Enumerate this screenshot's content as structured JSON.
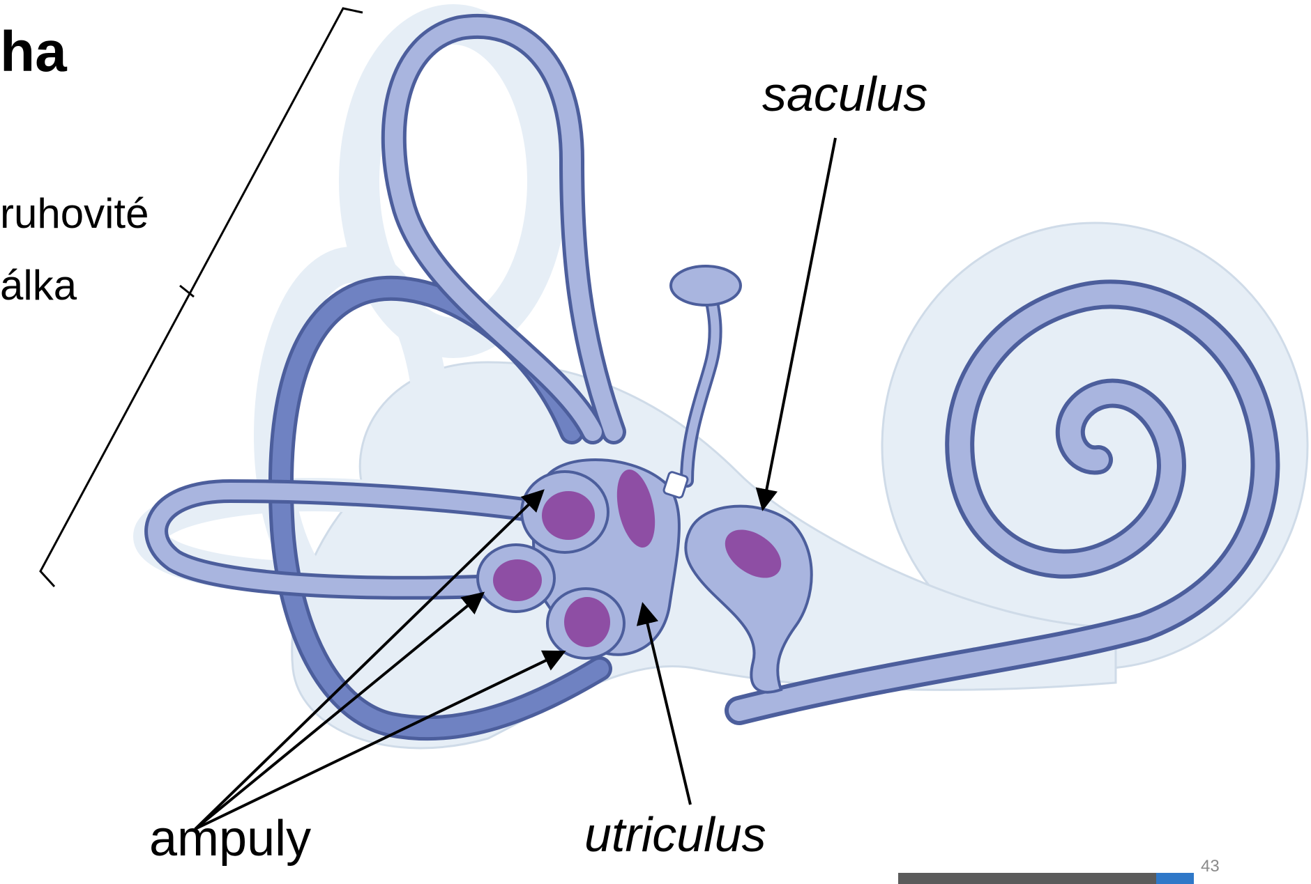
{
  "slide": {
    "title_fragment": "ha",
    "bullet_lines": [
      "ruhovité",
      "álka"
    ],
    "page_number": "43"
  },
  "labels": {
    "saculus": "saculus",
    "ampuly": "ampuly",
    "utriculus": "utriculus"
  },
  "colors": {
    "labyrinth_fill": "#a9b5df",
    "labyrinth_stroke": "#4c5e9c",
    "membrane": "#e6eef6",
    "sensory_patch": "#8e4ea4",
    "footer_bar": "#5b5b5b",
    "footer_accent": "#2f78c8"
  }
}
